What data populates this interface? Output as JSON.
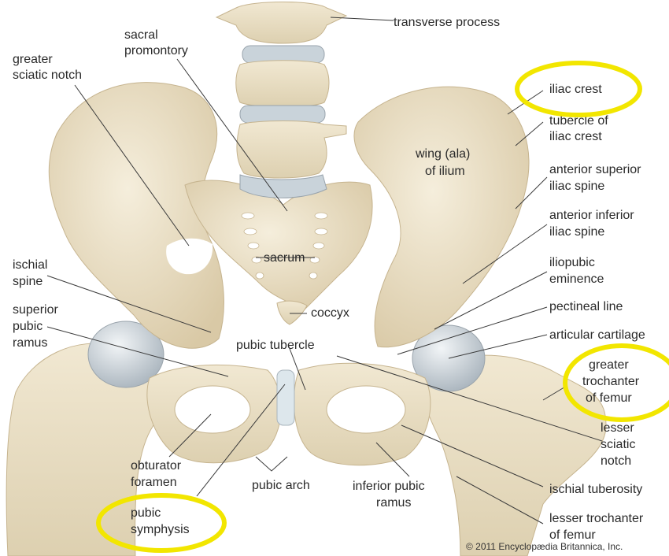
{
  "labels": {
    "transverse_process": "transverse process",
    "sacral_promontory": [
      "sacral",
      "promontory"
    ],
    "greater_sciatic_notch": [
      "greater",
      "sciatic notch"
    ],
    "iliac_crest": "iliac crest",
    "tubercle_of_iliac_crest": [
      "tubercle of",
      "iliac crest"
    ],
    "wing_of_ilium": [
      "wing (ala)",
      "of ilium"
    ],
    "anterior_superior_iliac_spine": [
      "anterior superior",
      "iliac spine"
    ],
    "anterior_inferior_iliac_spine": [
      "anterior inferior",
      "iliac spine"
    ],
    "iliopubic_eminence": [
      "iliopubic",
      "eminence"
    ],
    "pectineal_line": "pectineal line",
    "articular_cartilage": "articular cartilage",
    "greater_trochanter": [
      "greater",
      "trochanter",
      "of femur"
    ],
    "lesser_sciatic_notch": [
      "lesser",
      "sciatic",
      "notch"
    ],
    "ischial_tuberosity": "ischial tuberosity",
    "lesser_trochanter": [
      "lesser trochanter",
      "of femur"
    ],
    "inferior_pubic_ramus": [
      "inferior pubic",
      "ramus"
    ],
    "pubic_arch": "pubic arch",
    "pubic_symphysis": [
      "pubic",
      "symphysis"
    ],
    "obturator_foramen": [
      "obturator",
      "foramen"
    ],
    "pubic_tubercle": "pubic tubercle",
    "coccyx": "coccyx",
    "sacrum": "sacrum",
    "ischial_spine": [
      "ischial",
      "spine"
    ],
    "superior_pubic_ramus": [
      "superior",
      "pubic",
      "ramus"
    ]
  },
  "copyright": "© 2011 Encyclopædia Britannica, Inc.",
  "highlight_color": "#f2e600",
  "highlighted": [
    "iliac crest",
    "greater trochanter of femur",
    "pubic symphysis"
  ]
}
